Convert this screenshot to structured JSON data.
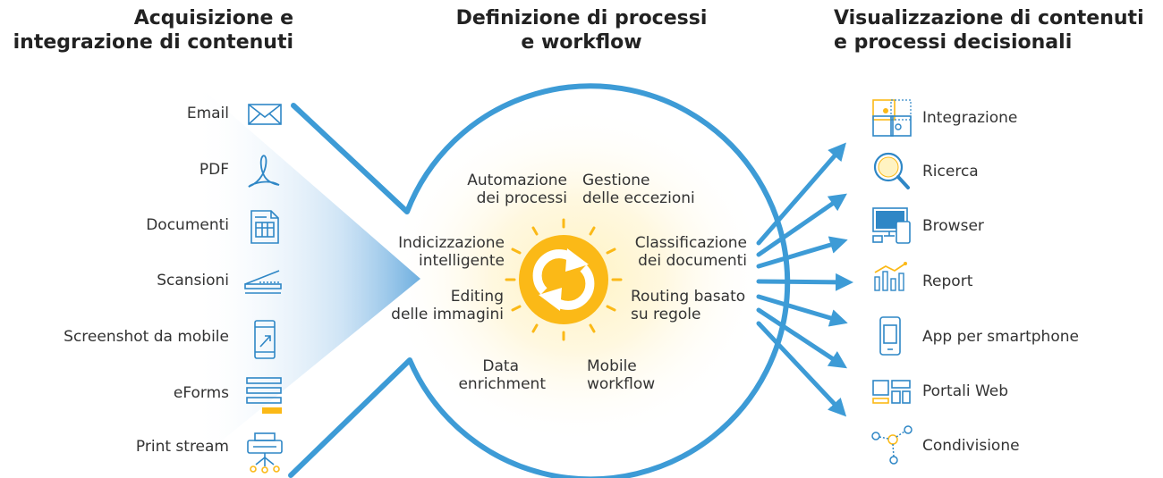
{
  "columns": {
    "left": {
      "title_line1": "Acquisizione e",
      "title_line2": "integrazione di contenuti"
    },
    "middle": {
      "title_line1": "Definizione di processi",
      "title_line2": "e workflow"
    },
    "right": {
      "title_line1": "Visualizzazione di contenuti",
      "title_line2": "e processi decisionali"
    }
  },
  "inputs": [
    {
      "label": "Email",
      "icon": "envelope-icon"
    },
    {
      "label": "PDF",
      "icon": "pdf-icon"
    },
    {
      "label": "Documenti",
      "icon": "document-icon"
    },
    {
      "label": "Scansioni",
      "icon": "scanner-icon"
    },
    {
      "label": "Screenshot da mobile",
      "icon": "mobile-screenshot-icon"
    },
    {
      "label": "eForms",
      "icon": "eform-icon"
    },
    {
      "label": "Print stream",
      "icon": "printer-icon"
    }
  ],
  "processes": {
    "automazione": {
      "line1": "Automazione",
      "line2": "dei processi"
    },
    "gestione": {
      "line1": "Gestione",
      "line2": "delle eccezioni"
    },
    "indicizzazione": {
      "line1": "Indicizzazione",
      "line2": "intelligente"
    },
    "classificazione": {
      "line1": "Classificazione",
      "line2": "dei documenti"
    },
    "editing": {
      "line1": "Editing",
      "line2": "delle immagini"
    },
    "routing": {
      "line1": "Routing basato",
      "line2": "su regole"
    },
    "data": {
      "line1": "Data",
      "line2": "enrichment"
    },
    "mobile": {
      "line1": "Mobile",
      "line2": "workflow"
    }
  },
  "outputs": [
    {
      "label": "Integrazione",
      "icon": "puzzle-icon"
    },
    {
      "label": "Ricerca",
      "icon": "magnifier-icon"
    },
    {
      "label": "Browser",
      "icon": "monitor-icon"
    },
    {
      "label": "Report",
      "icon": "bar-chart-icon"
    },
    {
      "label": "App per smartphone",
      "icon": "smartphone-icon"
    },
    {
      "label": "Portali Web",
      "icon": "web-portal-icon"
    },
    {
      "label": "Condivisione",
      "icon": "share-network-icon"
    }
  ],
  "colors": {
    "blue": "#3d9bd6",
    "icon_blue": "#2f87c6",
    "orange": "#fbb917",
    "text": "#333333"
  }
}
